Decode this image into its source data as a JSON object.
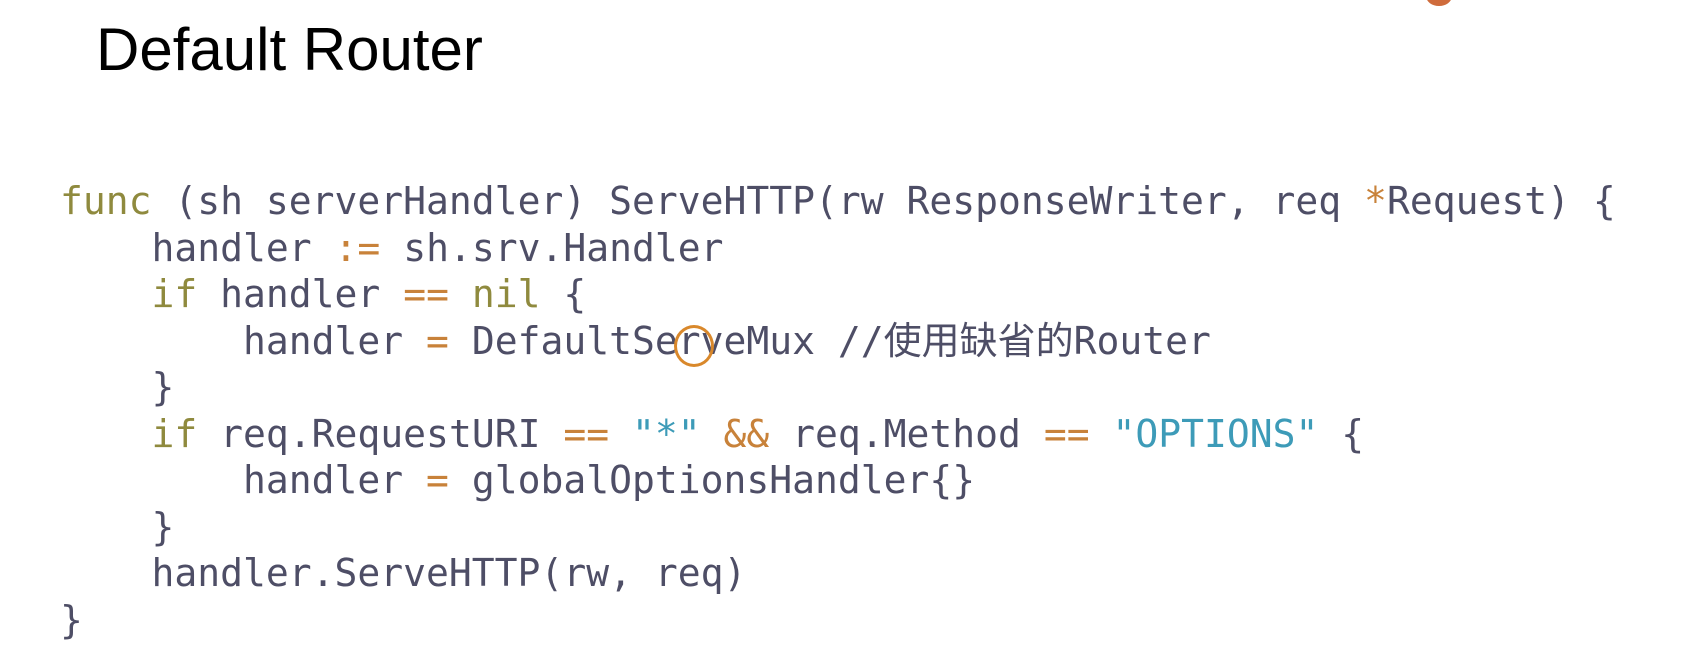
{
  "slide": {
    "title": "Default Router",
    "code_lines": [
      [
        {
          "t": "func",
          "c": "kw"
        },
        {
          "t": " (sh serverHandler) ServeHTTP(rw ResponseWriter, req ",
          "c": ""
        },
        {
          "t": "*",
          "c": "op"
        },
        {
          "t": "Request) {",
          "c": ""
        }
      ],
      [
        {
          "t": "    handler ",
          "c": ""
        },
        {
          "t": ":=",
          "c": "op"
        },
        {
          "t": " sh.srv.Handler",
          "c": ""
        }
      ],
      [
        {
          "t": "    ",
          "c": ""
        },
        {
          "t": "if",
          "c": "kw"
        },
        {
          "t": " handler ",
          "c": ""
        },
        {
          "t": "==",
          "c": "op"
        },
        {
          "t": " ",
          "c": ""
        },
        {
          "t": "nil",
          "c": "kw"
        },
        {
          "t": " {",
          "c": ""
        }
      ],
      [
        {
          "t": "        handler ",
          "c": ""
        },
        {
          "t": "=",
          "c": "op"
        },
        {
          "t": " DefaultServeMux //使用缺省的Router",
          "c": ""
        }
      ],
      [
        {
          "t": "    }",
          "c": ""
        }
      ],
      [
        {
          "t": "    ",
          "c": ""
        },
        {
          "t": "if",
          "c": "kw"
        },
        {
          "t": " req.RequestURI ",
          "c": ""
        },
        {
          "t": "==",
          "c": "op"
        },
        {
          "t": " ",
          "c": ""
        },
        {
          "t": "\"*\"",
          "c": "str"
        },
        {
          "t": " ",
          "c": ""
        },
        {
          "t": "&&",
          "c": "op"
        },
        {
          "t": " req.Method ",
          "c": ""
        },
        {
          "t": "==",
          "c": "op"
        },
        {
          "t": " ",
          "c": ""
        },
        {
          "t": "\"OPTIONS\"",
          "c": "str"
        },
        {
          "t": " {",
          "c": ""
        }
      ],
      [
        {
          "t": "        handler ",
          "c": ""
        },
        {
          "t": "=",
          "c": "op"
        },
        {
          "t": " globalOptionsHandler{}",
          "c": ""
        }
      ],
      [
        {
          "t": "    }",
          "c": ""
        }
      ],
      [
        {
          "t": "    handler.ServeHTTP(rw, req)",
          "c": ""
        }
      ],
      [
        {
          "t": "}",
          "c": ""
        }
      ]
    ]
  },
  "colors": {
    "background": "#ffffff",
    "title": "#000000",
    "code_default": "#4e4e66",
    "keyword": "#8f8a3e",
    "operator": "#c8823a",
    "string": "#3d9bb8",
    "annotation_circle": "#d9882b"
  }
}
